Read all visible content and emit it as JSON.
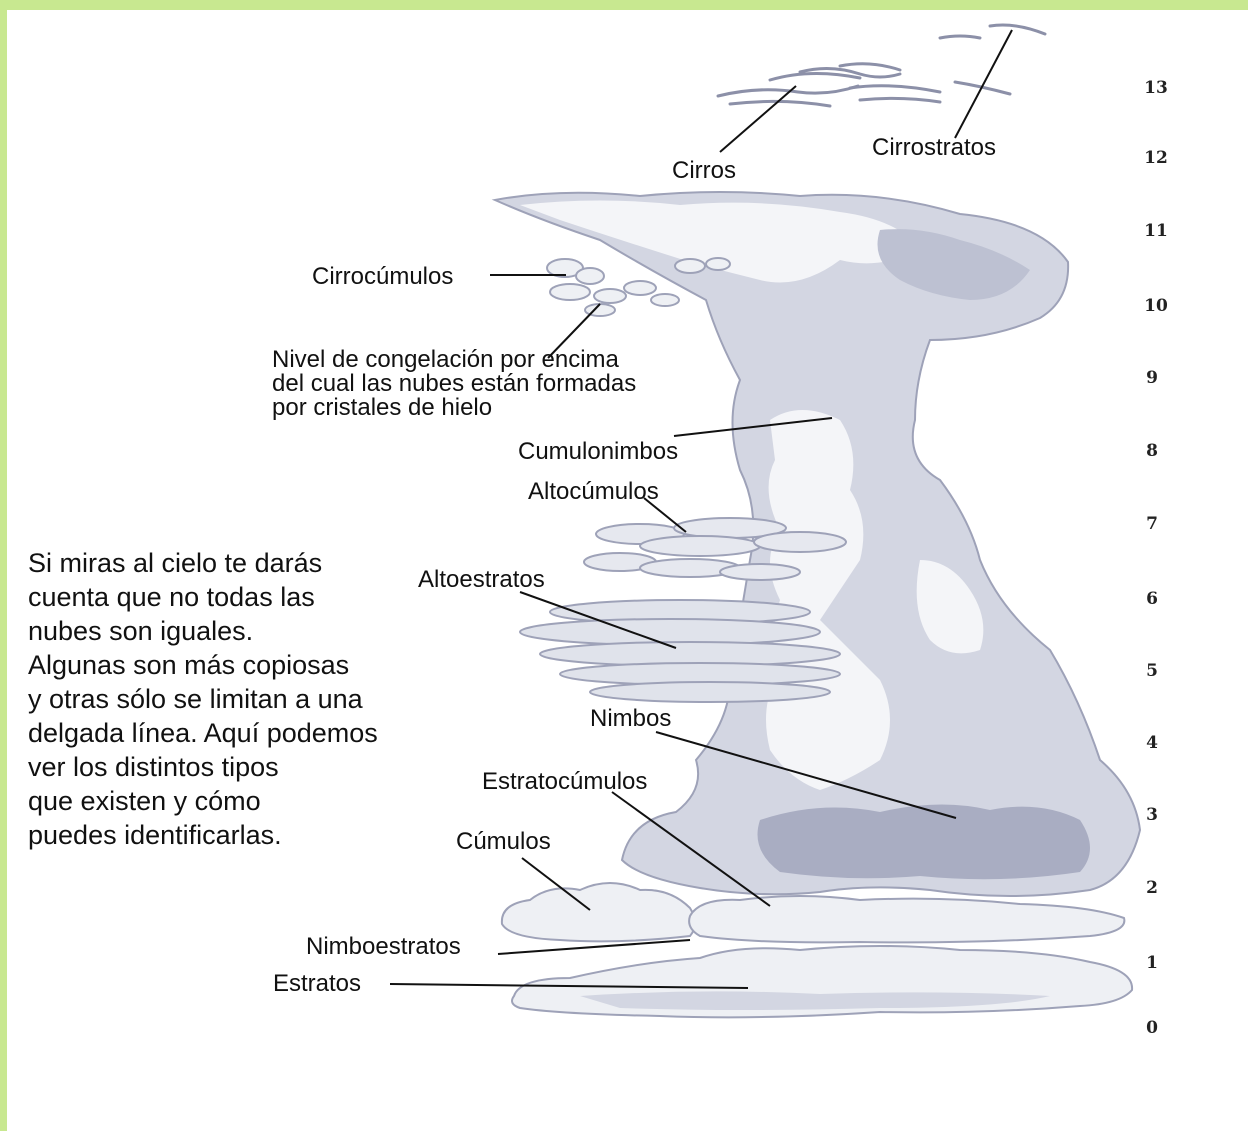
{
  "intro_text": "Si miras al cielo te darás\ncuenta que no todas las\nnubes son iguales.\nAlgunas son más copiosas\ny otras sólo se limitan a una\ndelgada línea. Aquí podemos\nver los distintos tipos\nque existen y cómo\npuedes identificarlas.",
  "freeze_label": {
    "line1": "Nivel de congelación por encima",
    "line2": "del cual las nubes están formadas",
    "line3": "por cristales de hielo"
  },
  "cloud_labels": {
    "cirros": "Cirros",
    "cirrostratos": "Cirrostratos",
    "cirrocumulos": "Cirrocúmulos",
    "cumulonimbos": "Cumulonimbos",
    "altocumulos": "Altocúmulos",
    "altoestratos": "Altoestratos",
    "nimbos": "Nimbos",
    "estratocumulos": "Estratocúmulos",
    "cumulos": "Cúmulos",
    "nimboestratos": "Nimboestratos",
    "estratos": "Estratos"
  },
  "altitude_scale": [
    "13",
    "12",
    "11",
    "10",
    "9",
    "8",
    "7",
    "6",
    "5",
    "4",
    "3",
    "2",
    "1",
    "0"
  ],
  "colors": {
    "frame": "#c8e890",
    "cloud_light": "#f4f5f8",
    "cloud_mid": "#d3d6e2",
    "cloud_dark": "#a9adc2"
  }
}
